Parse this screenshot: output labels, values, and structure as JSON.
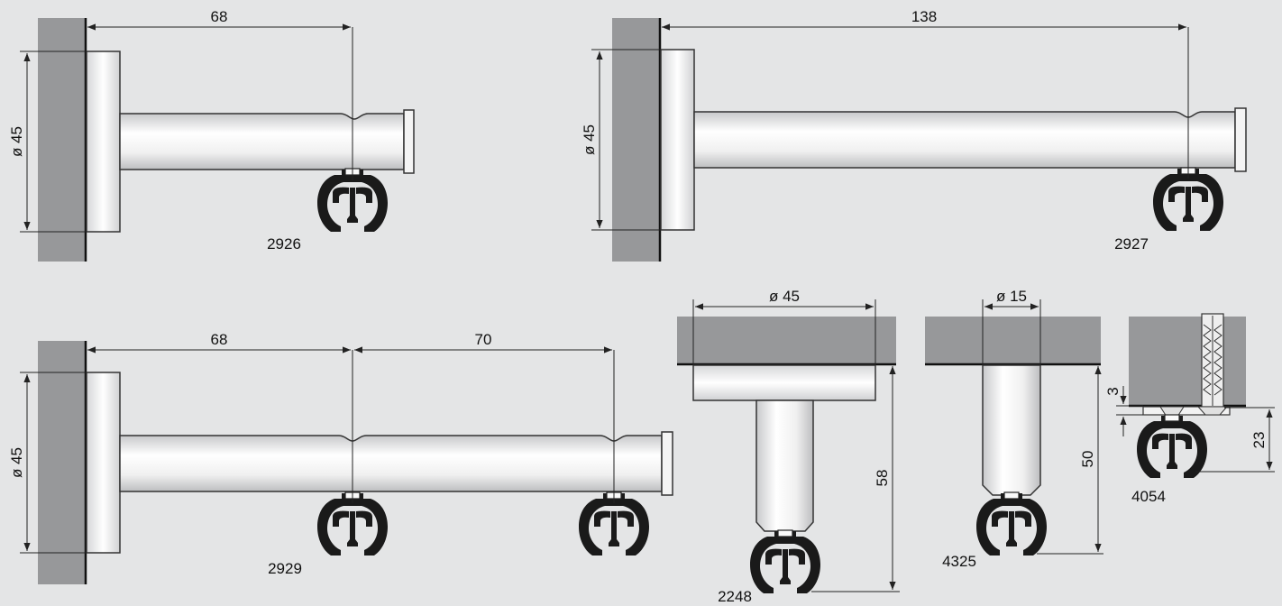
{
  "colors": {
    "background": "#e4e5e6",
    "wall": "#97989a",
    "metal_light": "#fafafa",
    "metal_dark": "#c9cacc",
    "rail": "#1a1a1a"
  },
  "figures": [
    {
      "code": "2926",
      "length": "68",
      "diameter": "ø 45"
    },
    {
      "code": "2927",
      "length": "138",
      "diameter": "ø 45"
    },
    {
      "code": "2929",
      "length_a": "68",
      "length_b": "70",
      "diameter": "ø 45"
    },
    {
      "code": "2248",
      "diameter": "ø 45",
      "height": "58"
    },
    {
      "code": "4325",
      "diameter": "ø 15",
      "height": "50"
    },
    {
      "code": "4054",
      "gap": "3",
      "height": "23"
    }
  ]
}
